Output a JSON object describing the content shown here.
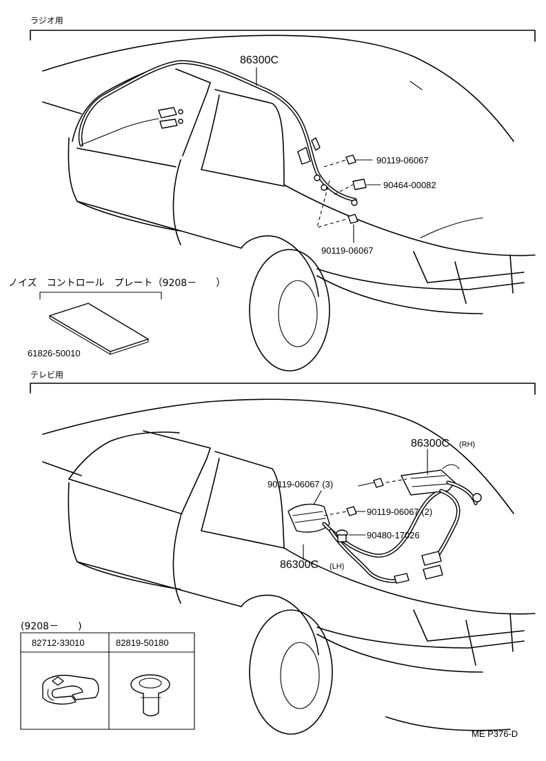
{
  "sections": {
    "radio": {
      "heading": "ラジオ用"
    },
    "tv": {
      "heading": "テレビ用"
    }
  },
  "radio_labels": {
    "harness": "86300C",
    "clip_top": "90119-06067",
    "bracket": "90464-00082",
    "clip_bottom": "90119-06067"
  },
  "noise_plate": {
    "title": "ノイズ　コントロール　プレート（9208－　　）",
    "part_no": "61826-50010"
  },
  "tv_labels": {
    "harness_rh": "86300C",
    "rh_suffix": "(RH)",
    "clip_left": "90119-06067 (3)",
    "clip_right": "90119-06067 (2)",
    "grommet": "90480-17026",
    "harness_lh": "86300C",
    "lh_suffix": "(LH)"
  },
  "inset": {
    "header": "(9208－　　)",
    "col1": "82712-33010",
    "col2": "82819-50180"
  },
  "footer": {
    "code": "ME P376-D"
  },
  "icons": [
    "car-rear-outline-icon",
    "antenna-harness-icon",
    "clip-icon",
    "bracket-icon",
    "tv-harness-icon",
    "clamp-icon",
    "grommet-icon",
    "plate-icon"
  ]
}
